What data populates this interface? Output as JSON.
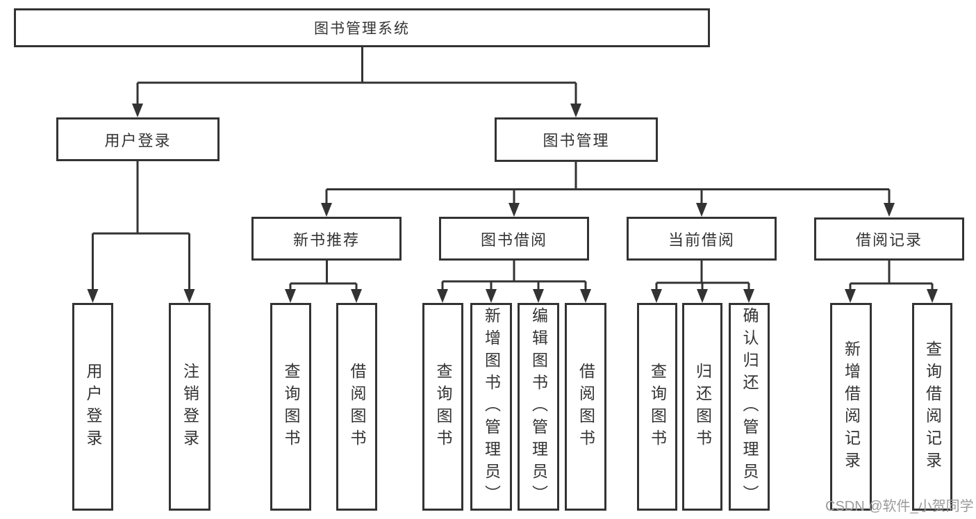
{
  "diagram": {
    "root": {
      "label": "图书管理系统"
    },
    "level2": {
      "user_login": {
        "label": "用户登录"
      },
      "book_mgmt": {
        "label": "图书管理"
      }
    },
    "level3": {
      "new_book_rec": {
        "label": "新书推荐"
      },
      "book_borrow": {
        "label": "图书借阅"
      },
      "current_borrow": {
        "label": "当前借阅"
      },
      "borrow_records": {
        "label": "借阅记录"
      }
    },
    "leaves": {
      "user_login_leaf": {
        "label": "用户登录"
      },
      "logout_leaf": {
        "label": "注销登录"
      },
      "rec_query_books": {
        "label": "查询图书"
      },
      "rec_borrow_books": {
        "label": "借阅图书"
      },
      "bb_query_books": {
        "label": "查询图书"
      },
      "bb_add_books": {
        "label": "新增图书（管理员）"
      },
      "bb_edit_books": {
        "label": "编辑图书（管理员）"
      },
      "bb_borrow_books": {
        "label": "借阅图书"
      },
      "cb_query_books": {
        "label": "查询图书"
      },
      "cb_return_books": {
        "label": "归还图书"
      },
      "cb_confirm_return": {
        "label": "确认归还（管理员）"
      },
      "br_add_record": {
        "label": "新增借阅记录"
      },
      "br_query_record": {
        "label": "查询借阅记录"
      }
    },
    "watermark": "CSDN @软件_小贺同学",
    "colors": {
      "line": "#333333",
      "text": "#333333",
      "watermark_text": "#9b9b9b",
      "background": "#ffffff"
    }
  }
}
